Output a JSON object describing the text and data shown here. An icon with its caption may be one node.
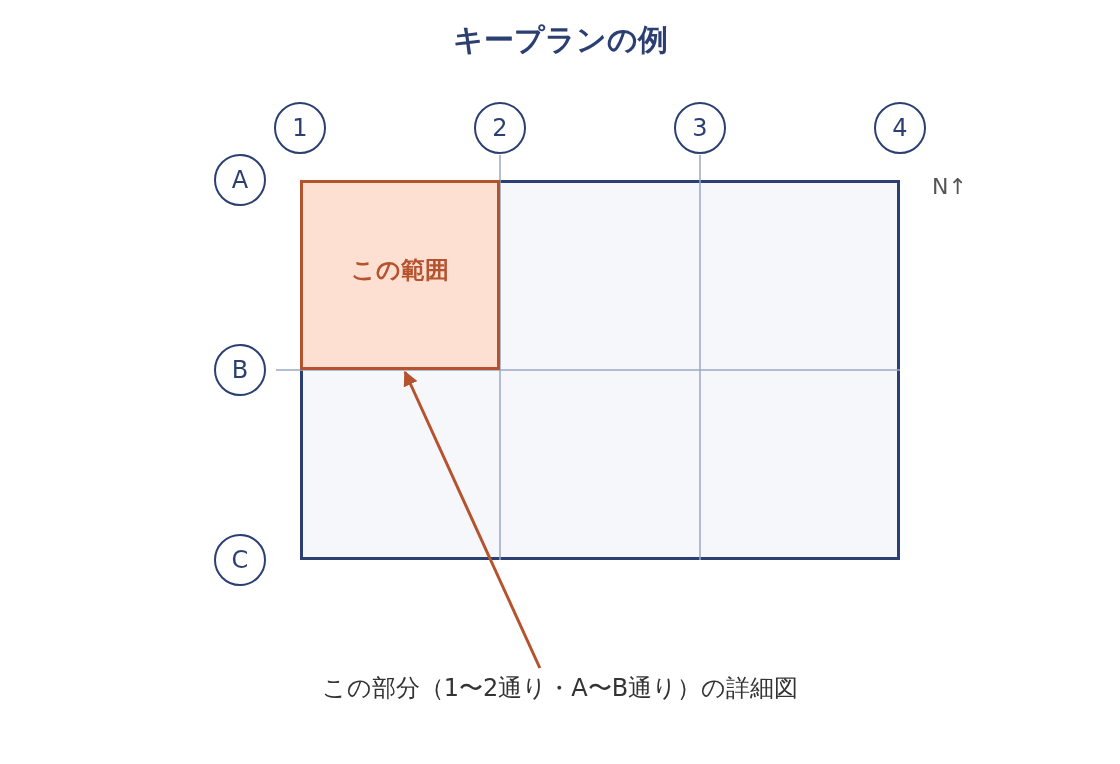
{
  "diagram": {
    "title": "キープランの例",
    "nodes": [
      {
        "text": [],
        "shape": "box"
      },
      {
        "text": [
          "この範囲"
        ],
        "in": 0
      },
      {
        "text": [
          "この部分（1〜2通り・A〜B通り）の詳細図"
        ]
      }
    ],
    "edges": [
      {
        "from": 2,
        "to": 1,
        "arrow": "to",
        "color": "#b5532f"
      }
    ],
    "labels": [
      "1",
      "2",
      "3",
      "4",
      "A",
      "N↑",
      "B",
      "C"
    ]
  }
}
